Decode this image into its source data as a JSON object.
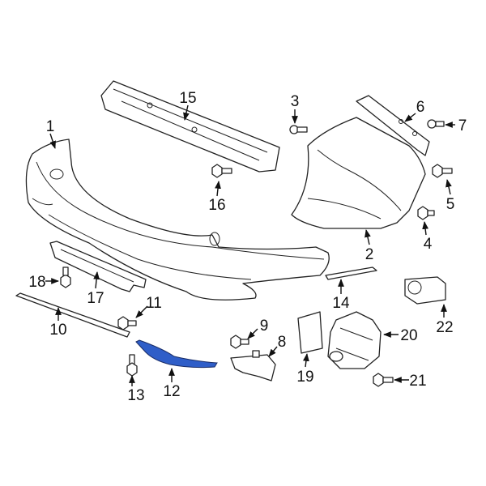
{
  "highlight_color": "#2f5ec8",
  "highlighted_part": "12",
  "callouts": {
    "p1": "1",
    "p2": "2",
    "p3": "3",
    "p4": "4",
    "p5": "5",
    "p6": "6",
    "p7": "7",
    "p8": "8",
    "p9": "9",
    "p10": "10",
    "p11": "11",
    "p12": "12",
    "p13": "13",
    "p14": "14",
    "p15": "15",
    "p16": "16",
    "p17": "17",
    "p18": "18",
    "p19": "19",
    "p20": "20",
    "p21": "21",
    "p22": "22"
  }
}
